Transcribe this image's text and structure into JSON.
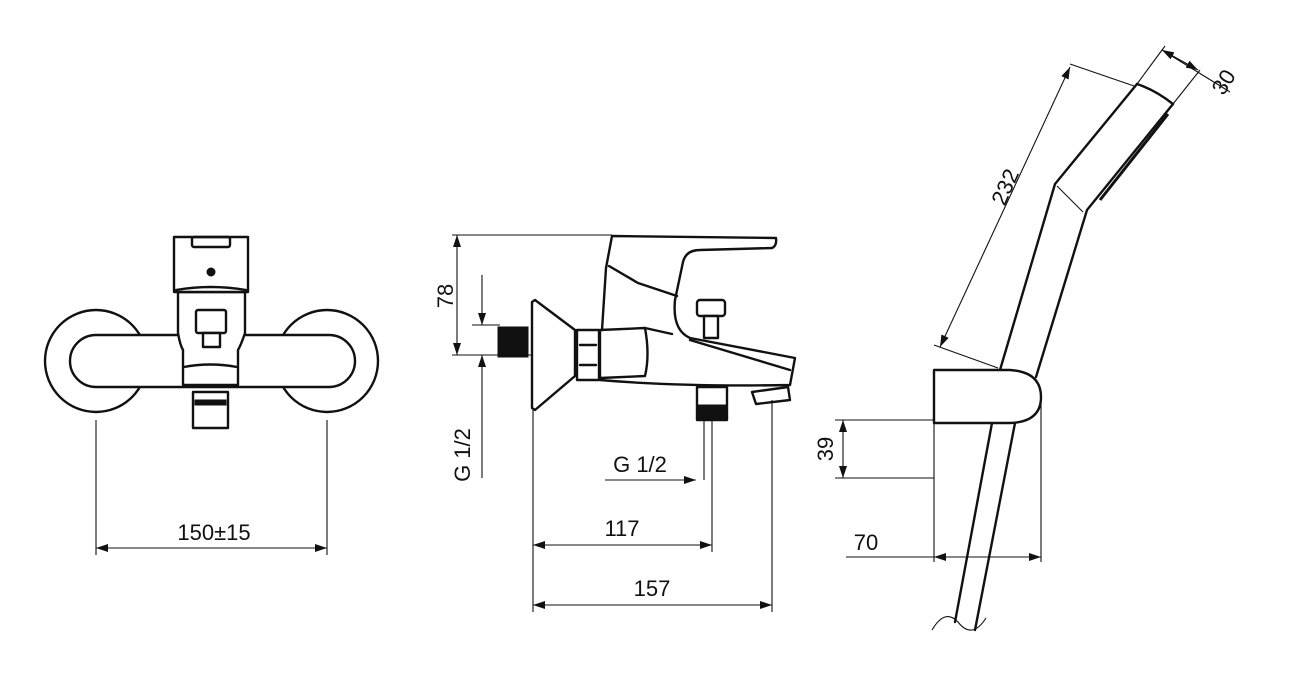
{
  "title": "Bath mixer with hand shower - dimension drawing",
  "front_view": {
    "width_dim": "150±15"
  },
  "side_view": {
    "height_dim": "78",
    "inlet_thread": "G 1/2",
    "outlet_thread": "G 1/2",
    "outlet_offset_dim": "117",
    "depth_dim": "157"
  },
  "hand_shower": {
    "length_dim": "232",
    "head_width_dim": "30",
    "holder_height_dim": "39",
    "holder_depth_dim": "70"
  },
  "colors": {
    "line": "#111111",
    "background": "#ffffff"
  }
}
